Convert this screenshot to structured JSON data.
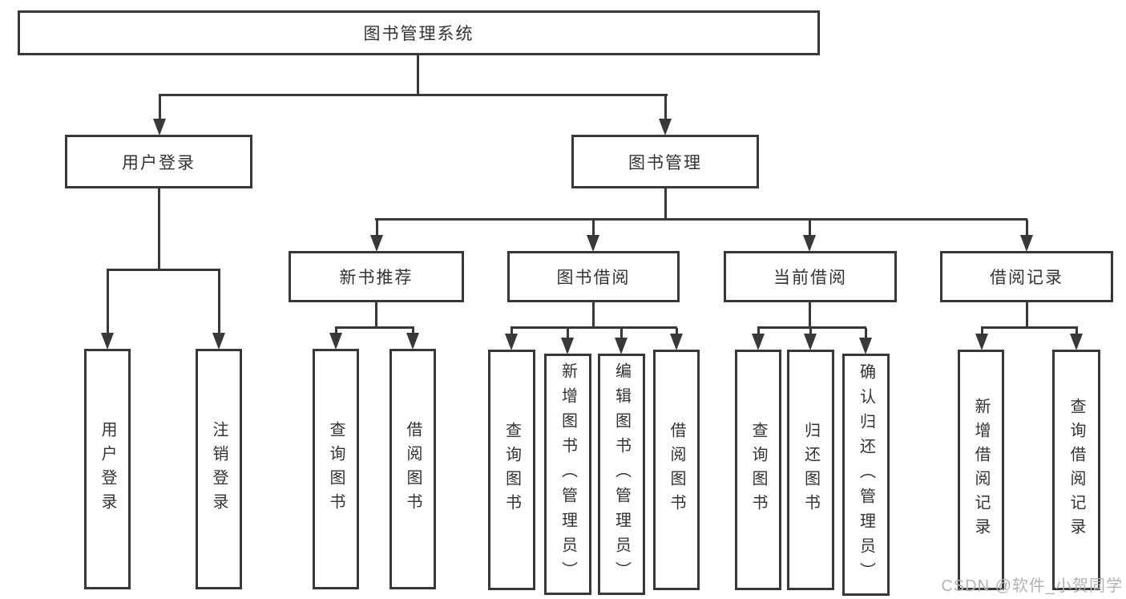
{
  "diagram": {
    "root": {
      "label": "图书管理系统"
    },
    "branches": [
      {
        "label": "用户登录",
        "children": [
          {
            "label": "用户登录"
          },
          {
            "label": "注销登录"
          }
        ]
      },
      {
        "label": "图书管理",
        "children": [
          {
            "label": "新书推荐",
            "children": [
              {
                "label": "查询图书"
              },
              {
                "label": "借阅图书"
              }
            ]
          },
          {
            "label": "图书借阅",
            "children": [
              {
                "label": "查询图书"
              },
              {
                "label": "新增图书（管理员）"
              },
              {
                "label": "编辑图书（管理员）"
              },
              {
                "label": "借阅图书"
              }
            ]
          },
          {
            "label": "当前借阅",
            "children": [
              {
                "label": "查询图书"
              },
              {
                "label": "归还图书"
              },
              {
                "label": "确认归还（管理员）"
              }
            ]
          },
          {
            "label": "借阅记录",
            "children": [
              {
                "label": "新增借阅记录"
              },
              {
                "label": "查询借阅记录"
              }
            ]
          }
        ]
      }
    ]
  },
  "watermark": {
    "text": "CSDN @软件_小贺同学"
  },
  "colors": {
    "line": "#383838",
    "text": "#333333",
    "background": "#ffffff",
    "watermark": "#b3b3b3"
  }
}
